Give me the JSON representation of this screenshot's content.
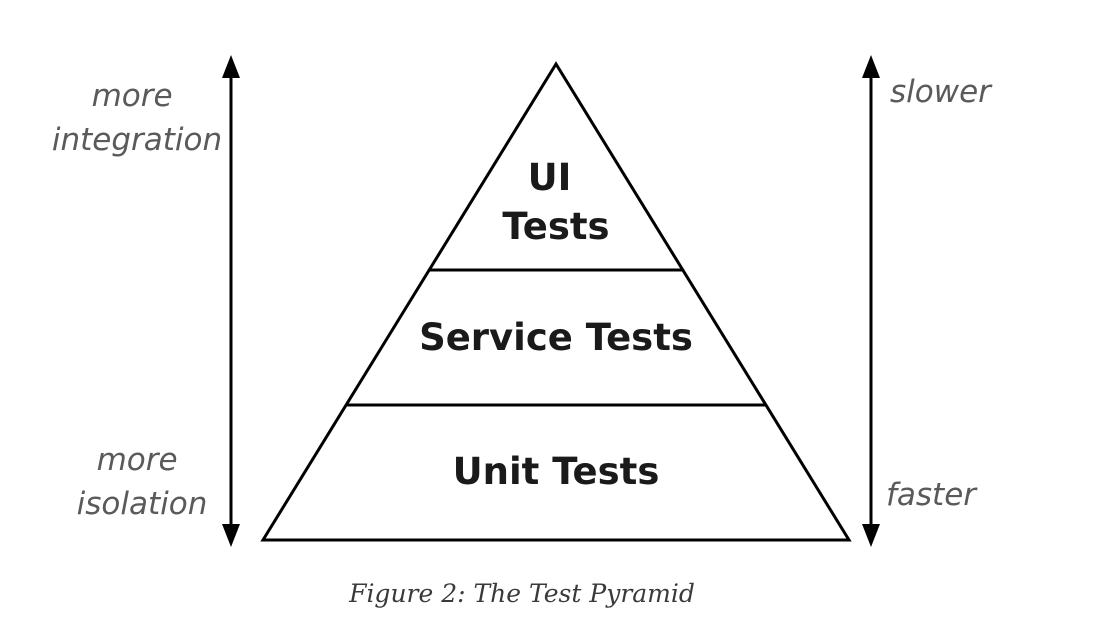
{
  "left_axis": {
    "top_label": [
      "more",
      "integration"
    ],
    "bottom_label": [
      "more",
      "isolation"
    ]
  },
  "right_axis": {
    "top_label": "slower",
    "bottom_label": "faster"
  },
  "pyramid": {
    "layers": [
      {
        "label_lines": [
          "UI",
          "Tests"
        ]
      },
      {
        "label_lines": [
          "Service Tests"
        ]
      },
      {
        "label_lines": [
          "Unit Tests"
        ]
      }
    ]
  },
  "caption": "Figure 2: The Test Pyramid"
}
